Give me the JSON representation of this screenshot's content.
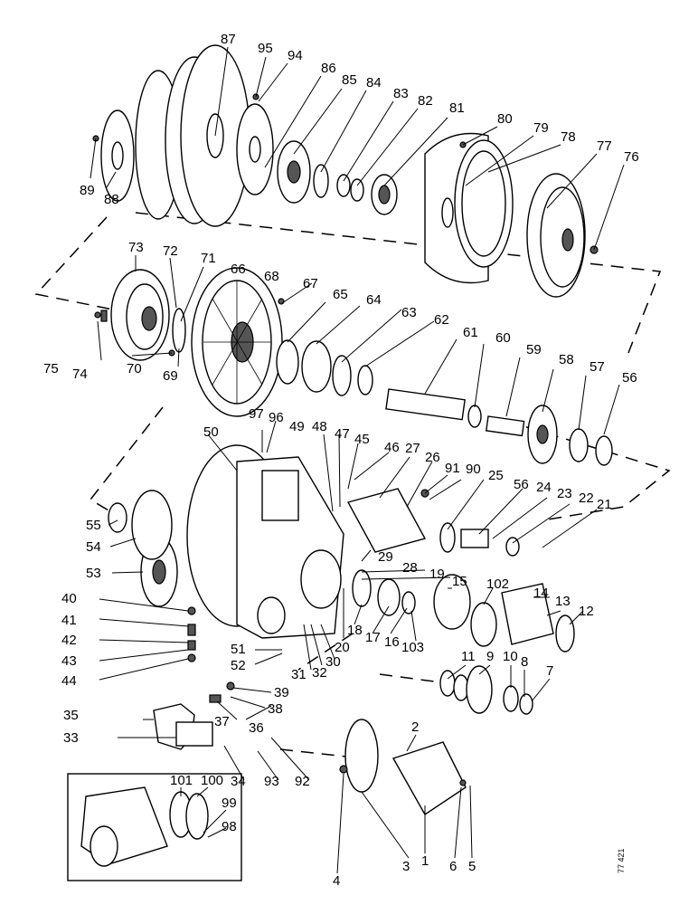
{
  "labels": {
    "n1": "1",
    "n2": "2",
    "n3": "3",
    "n4": "4",
    "n5": "5",
    "n6": "6",
    "n7": "7",
    "n8": "8",
    "n9": "9",
    "n10": "10",
    "n11": "11",
    "n12": "12",
    "n13": "13",
    "n14": "14",
    "n15": "15",
    "n16": "16",
    "n17": "17",
    "n18": "18",
    "n19": "19",
    "n20": "20",
    "n21": "21",
    "n22": "22",
    "n23": "23",
    "n24": "24",
    "n25": "25",
    "n26": "26",
    "n27": "27",
    "n28": "28",
    "n29": "29",
    "n30": "30",
    "n31": "31",
    "n32": "32",
    "n33": "33",
    "n34": "34",
    "n35": "35",
    "n36": "36",
    "n37": "37",
    "n38": "38",
    "n39": "39",
    "n40": "40",
    "n41": "41",
    "n42": "42",
    "n43": "43",
    "n44": "44",
    "n45": "45",
    "n46": "46",
    "n47": "47",
    "n48": "48",
    "n49": "49",
    "n50": "50",
    "n51": "51",
    "n52": "52",
    "n53": "53",
    "n54": "54",
    "n55": "55",
    "n56a": "56",
    "n56b": "56",
    "n57": "57",
    "n58": "58",
    "n59": "59",
    "n60": "60",
    "n61": "61",
    "n62": "62",
    "n63": "63",
    "n64": "64",
    "n65": "65",
    "n66": "66",
    "n67": "67",
    "n68": "68",
    "n69": "69",
    "n70": "70",
    "n71": "71",
    "n72": "72",
    "n73": "73",
    "n74": "74",
    "n75": "75",
    "n76": "76",
    "n77": "77",
    "n78": "78",
    "n79": "79",
    "n80": "80",
    "n81": "81",
    "n82": "82",
    "n83": "83",
    "n84": "84",
    "n85": "85",
    "n86": "86",
    "n87": "87",
    "n88": "88",
    "n89": "89",
    "n90": "90",
    "n91": "91",
    "n92": "92",
    "n93": "93",
    "n98": "98",
    "n99": "99",
    "n100": "100",
    "n101": "101",
    "n102": "102",
    "n103": "103",
    "n94": "94",
    "n95": "95",
    "n97": "97",
    "n96": "96"
  },
  "figure_code": "77 421"
}
